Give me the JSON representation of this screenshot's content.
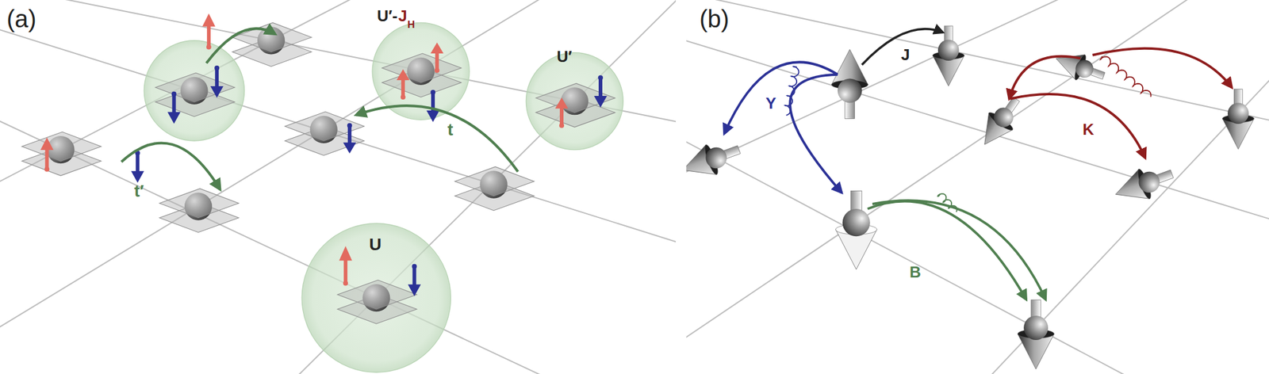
{
  "diagram": {
    "labels": [
      "(a)",
      "U′-",
      "J",
      "H",
      "U′",
      "t",
      "t′",
      "U",
      "(b)",
      "J",
      "Y",
      "K",
      "B"
    ]
  }
}
